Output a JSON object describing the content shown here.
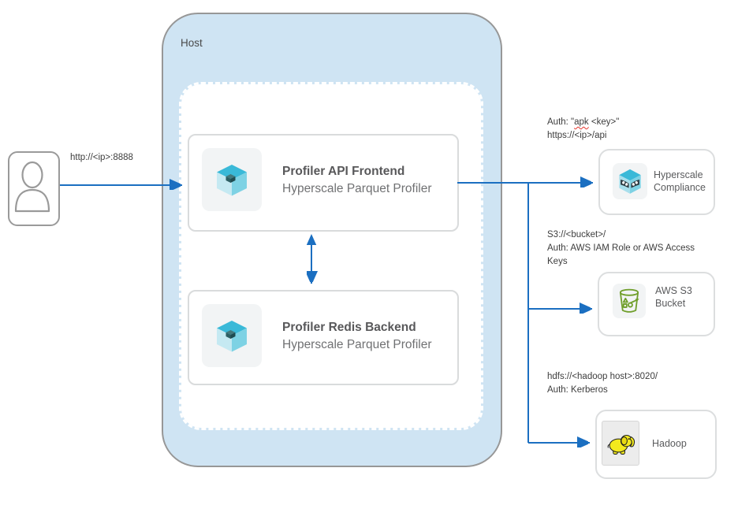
{
  "colors": {
    "arrow_blue": "#1b6fc1",
    "host_fill": "#cfe4f3",
    "host_border": "#979797",
    "box_border": "#d9dbdc",
    "icon_tile": "#f2f4f5",
    "cube_top": "#3ab9d8",
    "cube_left": "#c5e9f2",
    "cube_right": "#7ed2e4",
    "s3_green": "#6f9e2a",
    "hadoop_yellow": "#f3e91d"
  },
  "user": {
    "arrow_label": "http://<ip>:8888"
  },
  "host": {
    "label": "Host",
    "frontend": {
      "title": "Profiler API Frontend",
      "subtitle": "Hyperscale Parquet Profiler"
    },
    "backend": {
      "title": "Profiler Redis Backend",
      "subtitle": "Hyperscale Parquet Profiler"
    }
  },
  "compliance": {
    "annotation": {
      "line1_prefix": "Auth: \"",
      "line1_word": "apk",
      "line1_suffix": " <key>\"",
      "line2": "https://<ip>/api"
    },
    "title_line1": "Hyperscale",
    "title_line2": "Compliance"
  },
  "s3": {
    "annotation": {
      "line1": "S3://<bucket>/",
      "line2": "Auth: AWS IAM Role or AWS Access",
      "line3": "Keys"
    },
    "title_line1": "AWS S3",
    "title_line2": "Bucket"
  },
  "hadoop": {
    "annotation": {
      "line1": "hdfs://<hadoop host>:8020/",
      "line2": "Auth: Kerberos"
    },
    "title": "Hadoop"
  }
}
